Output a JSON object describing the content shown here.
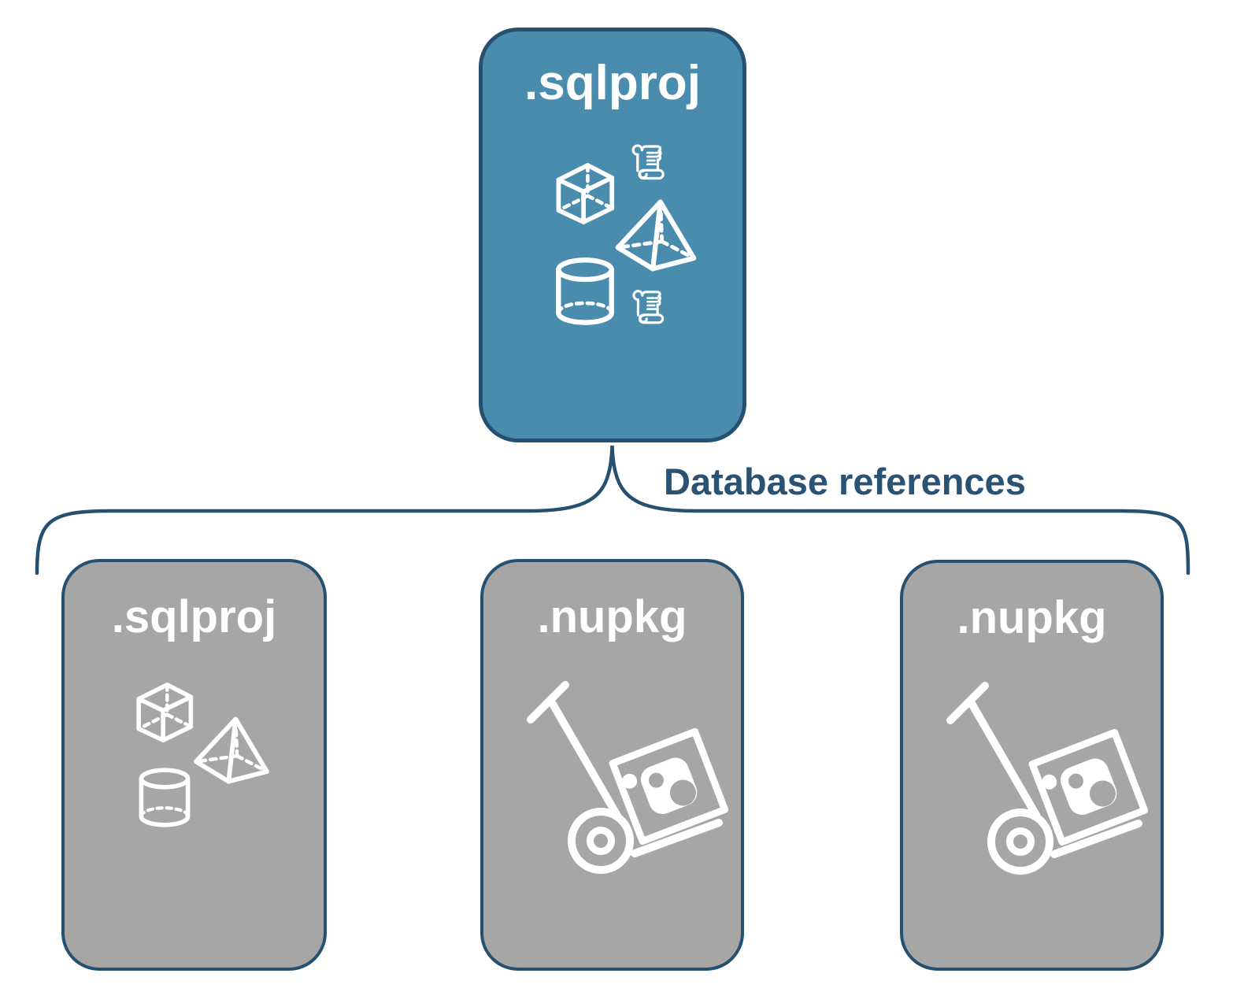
{
  "colors": {
    "accent_blue": "#4A8CAD",
    "box_gray": "#A6A6A6",
    "outline_navy": "#26506F",
    "label_navy": "#2A5273",
    "icon_white": "#FFFFFF"
  },
  "root": {
    "label": ".sqlproj",
    "icons": [
      "scroll-icon",
      "cube-icon",
      "pyramid-icon",
      "cylinder-icon",
      "scroll-icon"
    ]
  },
  "connector": {
    "label": "Database references"
  },
  "children": [
    {
      "label": ".sqlproj",
      "icons": [
        "cube-icon",
        "pyramid-icon",
        "cylinder-icon"
      ]
    },
    {
      "label": ".nupkg",
      "icons": [
        "hand-truck-nuget-package-icon"
      ]
    },
    {
      "label": ".nupkg",
      "icons": [
        "hand-truck-nuget-package-icon"
      ]
    }
  ]
}
